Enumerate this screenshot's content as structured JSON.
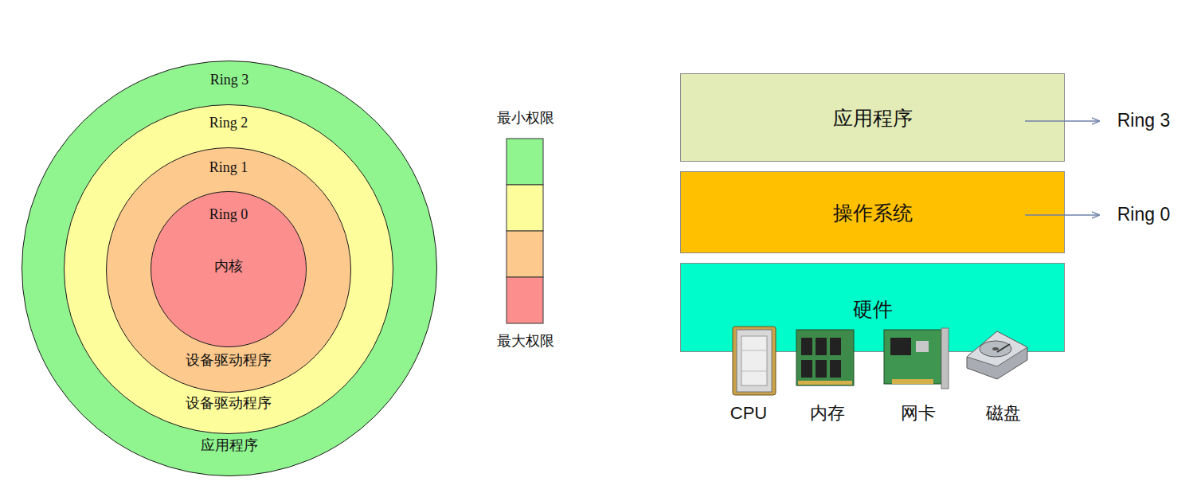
{
  "diagram": {
    "nodes": [
      {
        "text": [
          "Ring 3",
          "应用程序"
        ]
      },
      {
        "text": [
          "Ring 2",
          "设备驱动程序"
        ],
        "in": 0
      },
      {
        "text": [
          "Ring 1",
          "设备驱动程序"
        ],
        "in": 1
      },
      {
        "text": [
          "Ring 0",
          "内核"
        ],
        "in": 2
      },
      {
        "text": [
          "应用程序"
        ]
      },
      {
        "text": [
          "操作系统"
        ]
      },
      {
        "text": [
          "硬件"
        ]
      }
    ],
    "labels": [
      "最小权限",
      "最大权限",
      "Ring 3",
      "Ring 0",
      "CPU",
      "内存",
      "网卡",
      "磁盘"
    ]
  }
}
